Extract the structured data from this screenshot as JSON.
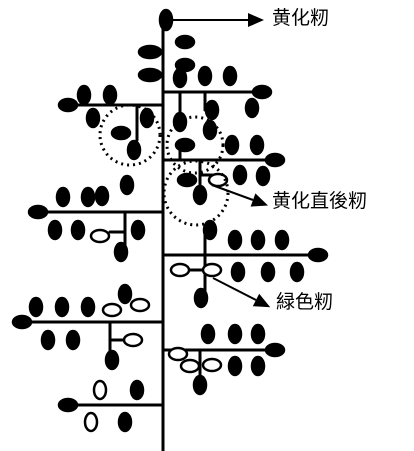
{
  "labels": {
    "yellow": "黄化籾",
    "just_after": "黄化直後籾",
    "green": "緑色籾"
  },
  "colors": {
    "ink": "#000000",
    "background": "#ffffff"
  }
}
